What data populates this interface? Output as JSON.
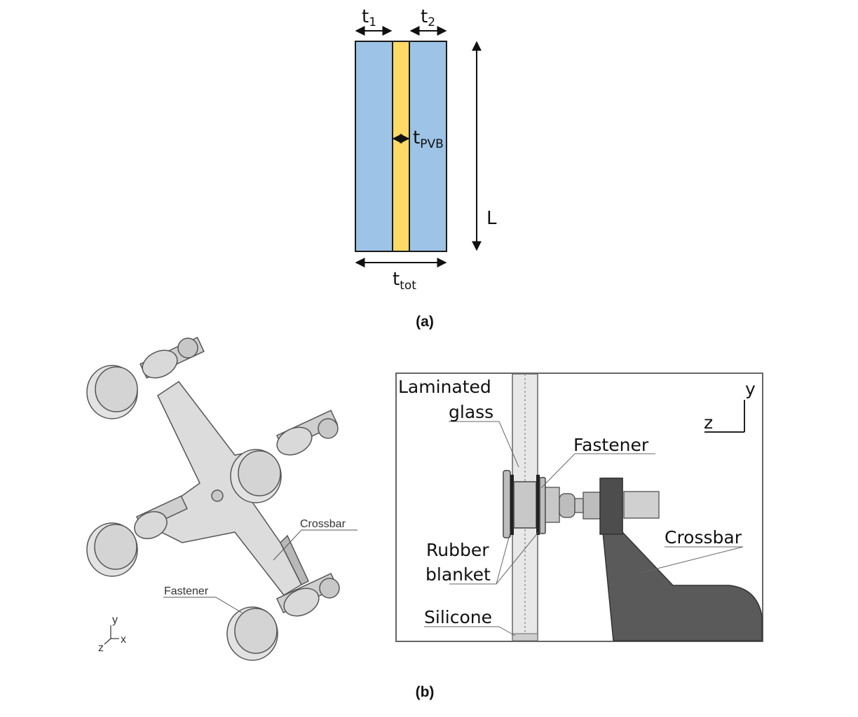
{
  "panel_a": {
    "caption": "(a)",
    "labels": {
      "t1_base": "t",
      "t1_sub": "1",
      "t2_base": "t",
      "t2_sub": "2",
      "tpvb_base": "t",
      "tpvb_sub": "PVB",
      "length": "L",
      "ttot_base": "t",
      "ttot_sub": "tot"
    },
    "colors": {
      "glass": "#9dc3e6",
      "interlayer": "#ffd966",
      "outline": "#1a1a1a"
    }
  },
  "panel_b": {
    "caption": "(b)",
    "isometric": {
      "crossbar_label": "Crossbar",
      "fastener_label": "Fastener",
      "axes": {
        "y": "y",
        "z": "z",
        "x": "x"
      },
      "colors": {
        "metal": "#d9d9d9",
        "edge": "#555555"
      }
    },
    "section": {
      "laminated_glass_label_1": "Laminated",
      "laminated_glass_label_2": "glass",
      "fastener_label": "Fastener",
      "rubber_blanket_label_1": "Rubber",
      "rubber_blanket_label_2": "blanket",
      "silicone_label": "Silicone",
      "crossbar_label": "Crossbar",
      "axes": {
        "y": "y",
        "z": "z"
      },
      "colors": {
        "crossbar": "#5a5a5a",
        "fastener": "#bdbdbd",
        "glass": "#e8e8e8"
      }
    }
  }
}
